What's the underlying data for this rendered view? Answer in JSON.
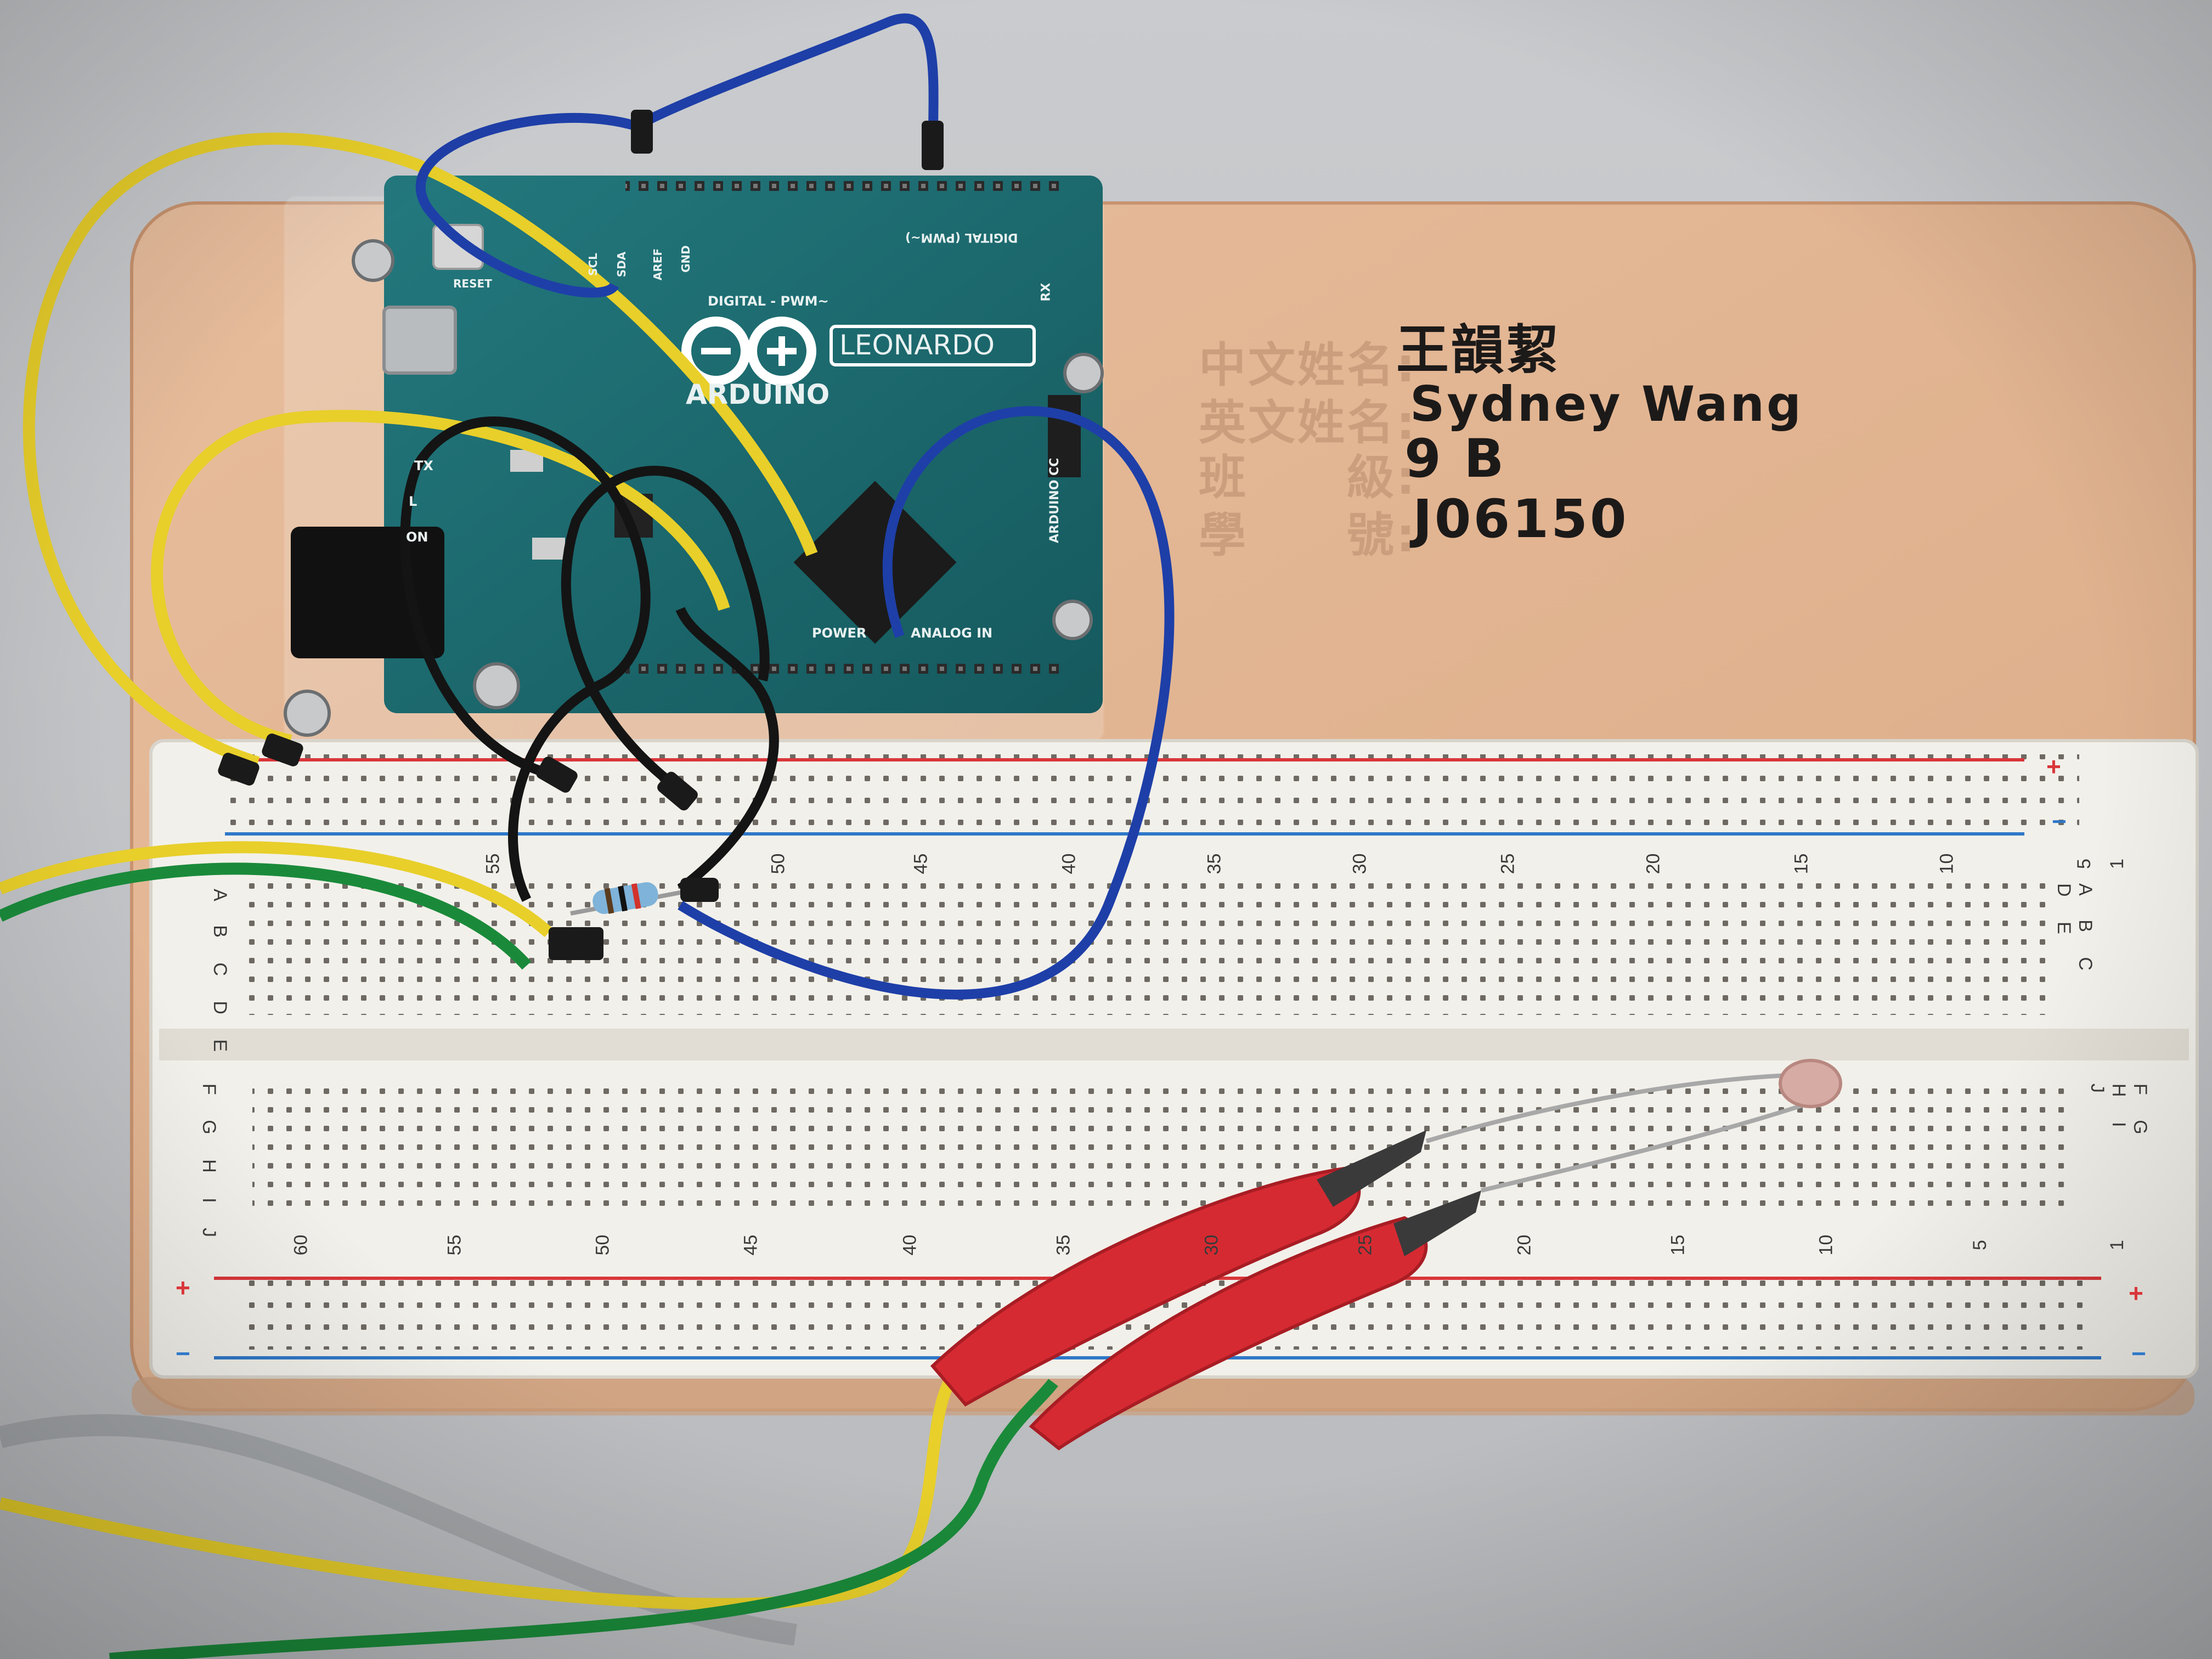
{
  "colors": {
    "background": "#c4c6c9",
    "wood_board": "#e4b796",
    "arduino_pcb": "#1e6e73",
    "breadboard": "#f2f0ea",
    "wire_yellow": "#e8cf2a",
    "wire_blue": "#1e3fa8",
    "wire_black": "#141414",
    "wire_green": "#1a8a3a",
    "clip_red": "#d62a32",
    "rail_red": "#d9363a",
    "rail_blue": "#2f78c8"
  },
  "name_plate": {
    "chinese_name_title": "中文姓名:",
    "chinese_name_value": "王韻絜",
    "english_name_title": "英文姓名:",
    "english_name_value": "Sydney Wang",
    "class_title": "班　　級:",
    "class_value": "9 B",
    "student_no_title": "學　　號:",
    "student_no_value": "J06150"
  },
  "arduino": {
    "brand": "ARDUINO",
    "model": "LEONARDO",
    "reset": "RESET",
    "digital_top": "DIGITAL (PWM~)",
    "digital_inner": "DIGITAL - PWM~",
    "power": "POWER",
    "analog_in": "ANALOG IN",
    "gnd": "GND",
    "aref": "AREF",
    "sda": "SDA",
    "scl": "SCL",
    "tx": "TX",
    "rx": "RX",
    "led_l": "L",
    "led_on": "ON",
    "side_label": "ARDUINO CC"
  },
  "breadboard": {
    "upper_numbers": [
      "55",
      "50",
      "45",
      "40",
      "35",
      "30",
      "25",
      "20",
      "15",
      "10",
      "5",
      "1"
    ],
    "lower_numbers": [
      "60",
      "55",
      "50",
      "45",
      "40",
      "35",
      "30",
      "25",
      "20",
      "15",
      "10",
      "5",
      "1"
    ],
    "upper_letters": "A B C D E",
    "lower_letters": "F G H I J",
    "plus": "+",
    "minus": "−"
  },
  "icons": [
    "arduino-infinity-logo-icon",
    "mounting-screw-icon",
    "usb-port-icon",
    "barrel-jack-icon",
    "resistor-icon",
    "photoresistor-icon",
    "alligator-clip-icon"
  ]
}
